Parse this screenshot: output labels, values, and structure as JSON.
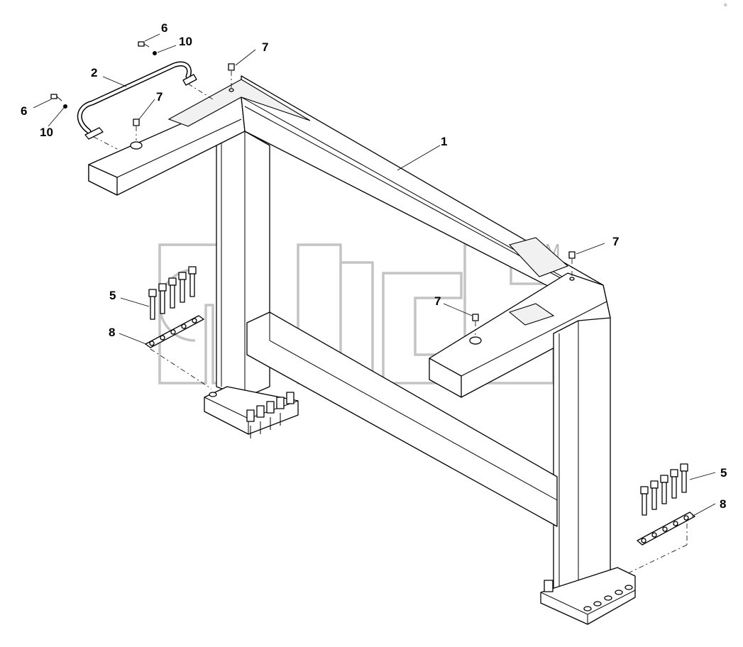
{
  "diagram": {
    "watermark_logo_text": "ATIS",
    "watermark_tm": "TM",
    "corner_mark": "©",
    "callouts": [
      {
        "id": "c-1",
        "label": "1"
      },
      {
        "id": "c-2",
        "label": "2"
      },
      {
        "id": "c-6-top",
        "label": "6"
      },
      {
        "id": "c-10-top",
        "label": "10"
      },
      {
        "id": "c-6-left",
        "label": "6"
      },
      {
        "id": "c-10-left",
        "label": "10"
      },
      {
        "id": "c-7-a",
        "label": "7"
      },
      {
        "id": "c-7-b",
        "label": "7"
      },
      {
        "id": "c-7-c",
        "label": "7"
      },
      {
        "id": "c-7-d",
        "label": "7"
      },
      {
        "id": "c-5-left",
        "label": "5"
      },
      {
        "id": "c-8-left",
        "label": "8"
      },
      {
        "id": "c-5-right",
        "label": "5"
      },
      {
        "id": "c-8-right",
        "label": "8"
      }
    ]
  }
}
